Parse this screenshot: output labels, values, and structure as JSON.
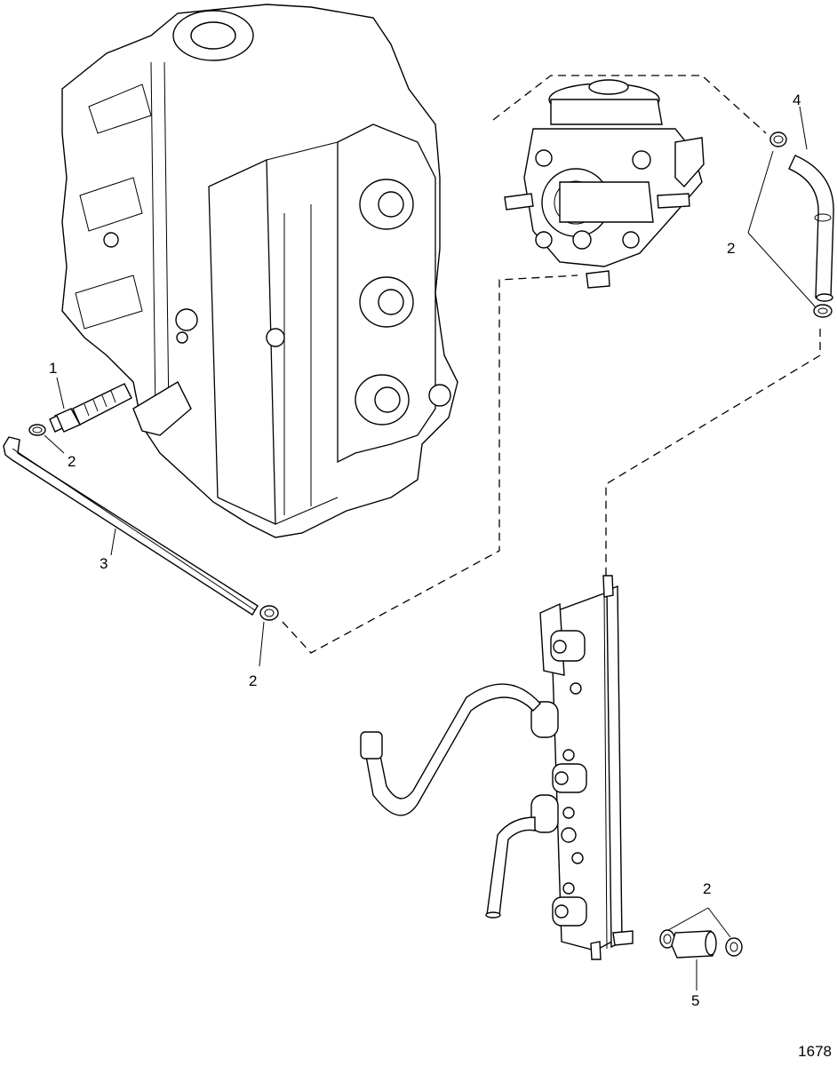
{
  "callouts": {
    "c1": "1",
    "c2a": "2",
    "c3": "3",
    "c2b": "2",
    "c4": "4",
    "c2c": "2",
    "c2d": "2",
    "c5": "5"
  },
  "figure_number": "1678",
  "icons": [
    "engine-block",
    "fuel-pump",
    "fuel-rail",
    "hose",
    "hose-clamp",
    "fitting",
    "hose-connector"
  ]
}
